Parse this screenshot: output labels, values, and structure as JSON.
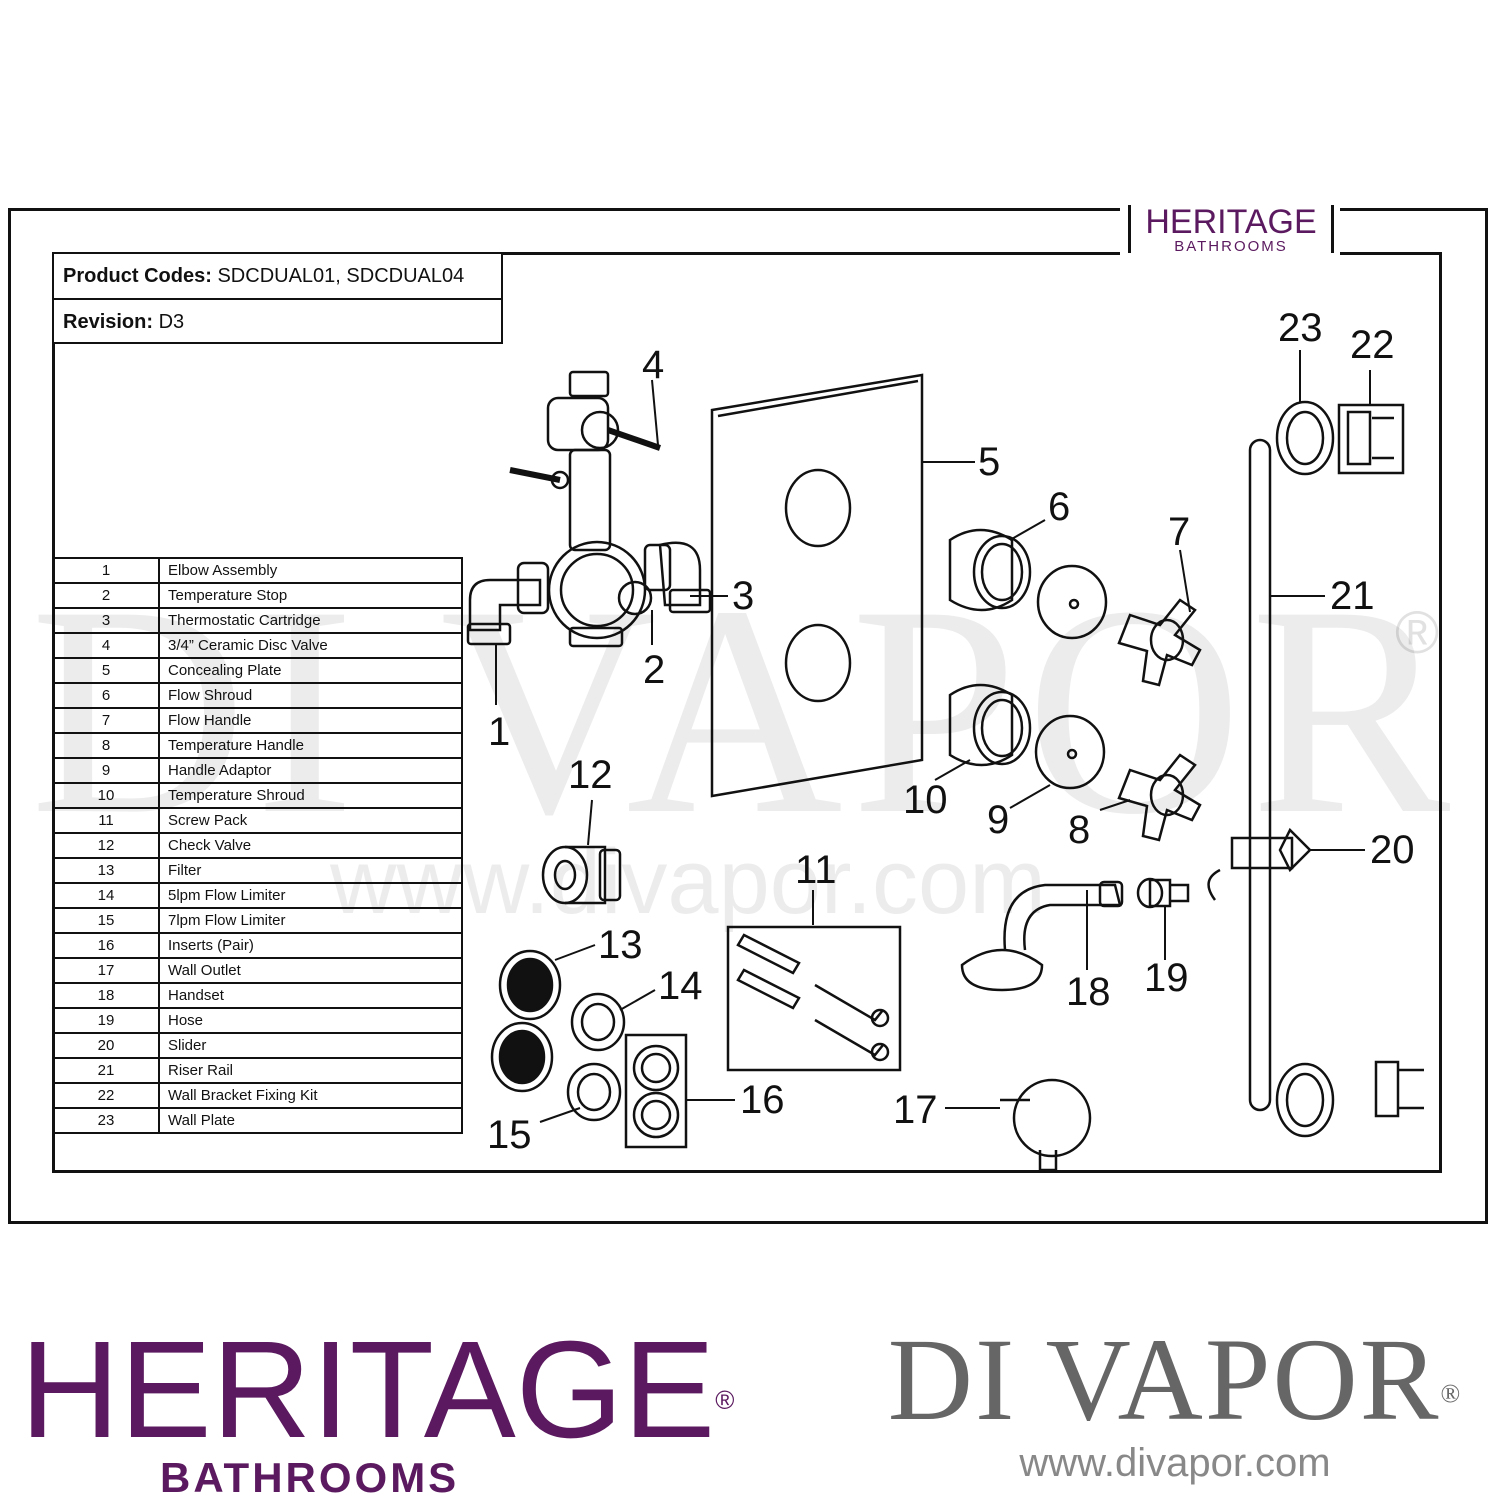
{
  "header_logo": {
    "name": "HERITAGE",
    "sub": "BATHROOMS"
  },
  "product_info": {
    "codes_label": "Product Codes:",
    "codes_value": "SDCDUAL01, SDCDUAL04",
    "revision_label": "Revision:",
    "revision_value": "D3"
  },
  "parts": [
    {
      "no": "1",
      "name": "Elbow Assembly"
    },
    {
      "no": "2",
      "name": "Temperature Stop"
    },
    {
      "no": "3",
      "name": "Thermostatic Cartridge"
    },
    {
      "no": "4",
      "name": "3/4” Ceramic Disc Valve"
    },
    {
      "no": "5",
      "name": "Concealing Plate"
    },
    {
      "no": "6",
      "name": "Flow Shroud"
    },
    {
      "no": "7",
      "name": "Flow Handle"
    },
    {
      "no": "8",
      "name": "Temperature Handle"
    },
    {
      "no": "9",
      "name": "Handle Adaptor"
    },
    {
      "no": "10",
      "name": "Temperature Shroud"
    },
    {
      "no": "11",
      "name": "Screw Pack"
    },
    {
      "no": "12",
      "name": "Check Valve"
    },
    {
      "no": "13",
      "name": "Filter"
    },
    {
      "no": "14",
      "name": "5lpm Flow Limiter"
    },
    {
      "no": "15",
      "name": "7lpm Flow Limiter"
    },
    {
      "no": "16",
      "name": "Inserts (Pair)"
    },
    {
      "no": "17",
      "name": "Wall Outlet"
    },
    {
      "no": "18",
      "name": "Handset"
    },
    {
      "no": "19",
      "name": "Hose"
    },
    {
      "no": "20",
      "name": "Slider"
    },
    {
      "no": "21",
      "name": "Riser Rail"
    },
    {
      "no": "22",
      "name": "Wall Bracket Fixing Kit"
    },
    {
      "no": "23",
      "name": "Wall Plate"
    }
  ],
  "callouts": [
    "1",
    "2",
    "3",
    "4",
    "5",
    "6",
    "7",
    "8",
    "9",
    "10",
    "11",
    "12",
    "13",
    "14",
    "15",
    "16",
    "17",
    "18",
    "19",
    "20",
    "21",
    "22",
    "23"
  ],
  "watermark": {
    "text": "DI VAPOR",
    "reg": "®",
    "url": "www.divapor.com"
  },
  "brand_left": {
    "name": "HERITAGE",
    "reg": "®",
    "sub": "BATHROOMS"
  },
  "brand_right": {
    "name": "DI VAPOR",
    "reg": "®",
    "url": "www.divapor.com"
  },
  "colors": {
    "heritage_purple": "#5b1a5f",
    "divapor_grey": "#666666",
    "line": "#111111"
  }
}
